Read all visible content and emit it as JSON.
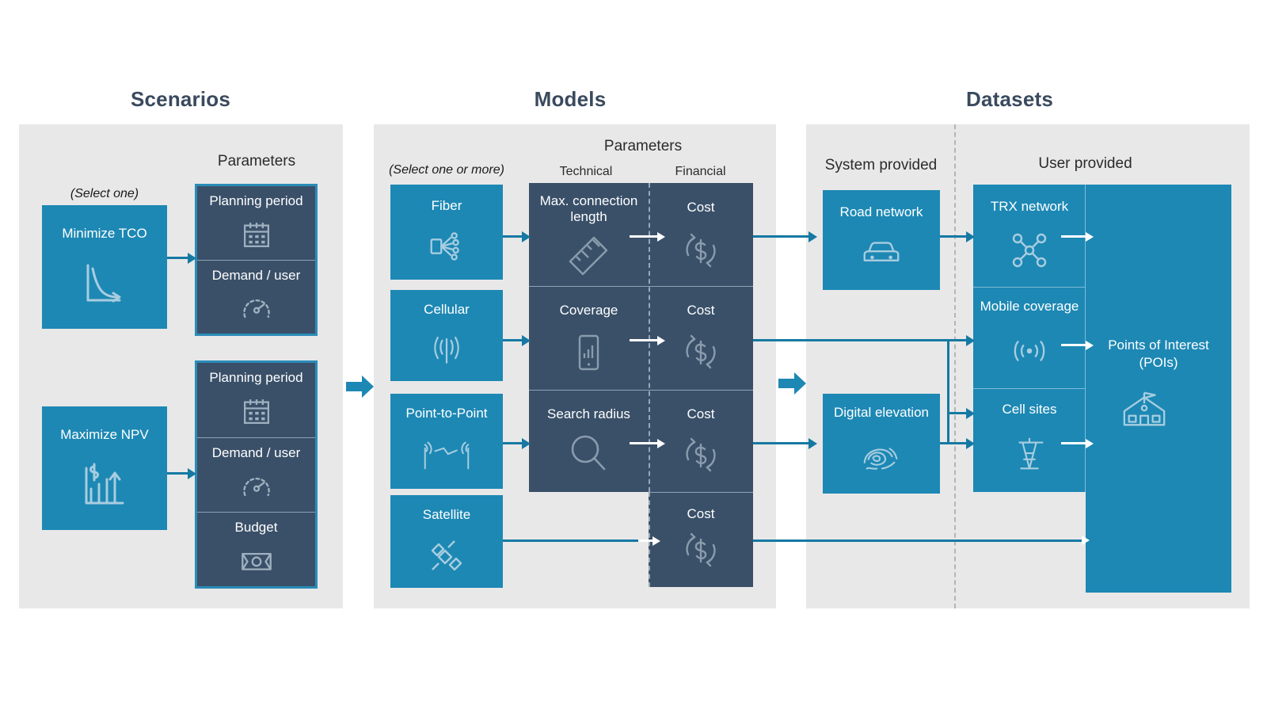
{
  "columns": [
    {
      "key": "scenarios",
      "title": "Scenarios"
    },
    {
      "key": "models",
      "title": "Models"
    },
    {
      "key": "datasets",
      "title": "Datasets"
    }
  ],
  "colors": {
    "blue": "#1d88b4",
    "navy": "#3a5069",
    "panel_grey": "#e8e8e8",
    "heading": "#3a4a5e",
    "line_blue": "#1579a3",
    "outline_blue": "#2b8cb8"
  },
  "scenarios": {
    "title": "Scenarios",
    "parameters_caption": "Parameters",
    "select_hint": "(Select one)",
    "options": [
      {
        "label": "Minimize TCO",
        "icon": "decay-curve-icon"
      },
      {
        "label": "Maximize NPV",
        "icon": "bar-growth-dollar-icon"
      }
    ],
    "param_groups": [
      {
        "for": "Minimize TCO",
        "items": [
          {
            "label": "Planning period",
            "icon": "calendar-icon"
          },
          {
            "label": "Demand / user",
            "icon": "gauge-icon"
          }
        ]
      },
      {
        "for": "Maximize NPV",
        "items": [
          {
            "label": "Planning period",
            "icon": "calendar-icon"
          },
          {
            "label": "Demand / user",
            "icon": "gauge-icon"
          },
          {
            "label": "Budget",
            "icon": "banknote-icon"
          }
        ]
      }
    ]
  },
  "models": {
    "title": "Models",
    "parameters_caption": "Parameters",
    "select_hint": "(Select one or more)",
    "param_headers": {
      "technical": "Technical",
      "financial": "Financial"
    },
    "options": [
      {
        "label": "Fiber",
        "icon": "fiber-splitter-icon"
      },
      {
        "label": "Cellular",
        "icon": "cellular-antenna-icon"
      },
      {
        "label": "Point-to-Point",
        "icon": "point-to-point-icon"
      },
      {
        "label": "Satellite",
        "icon": "satellite-icon"
      }
    ],
    "rows": [
      {
        "technical": "Max. connection length",
        "technical_icon": "ruler-icon",
        "financial": "Cost",
        "financial_icon": "cost-cycle-icon"
      },
      {
        "technical": "Coverage",
        "technical_icon": "signal-phone-icon",
        "financial": "Cost",
        "financial_icon": "cost-cycle-icon"
      },
      {
        "technical": "Search radius",
        "technical_icon": "magnifier-icon",
        "financial": "Cost",
        "financial_icon": "cost-cycle-icon"
      },
      {
        "technical": "",
        "technical_icon": "",
        "financial": "Cost",
        "financial_icon": "cost-cycle-icon"
      }
    ]
  },
  "datasets": {
    "title": "Datasets",
    "system_provided_caption": "System provided",
    "user_provided_caption": "User provided",
    "system_provided": [
      {
        "label": "Road network",
        "icon": "car-icon"
      },
      {
        "label": "Digital elevation",
        "icon": "contour-icon"
      }
    ],
    "user_provided": [
      {
        "label": "TRX network",
        "icon": "node-network-icon"
      },
      {
        "label": "Mobile coverage",
        "icon": "wifi-waves-icon"
      },
      {
        "label": "Cell sites",
        "icon": "cell-tower-icon"
      }
    ],
    "output": {
      "label": "Points of Interest (POIs)",
      "icon": "poi-building-icon"
    }
  }
}
